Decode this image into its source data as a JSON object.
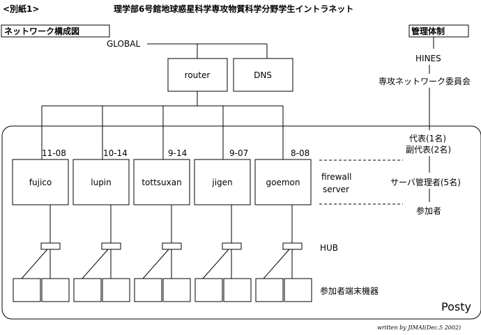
{
  "header": {
    "attachment_label": "<別紙1>",
    "title": "理学部6号館地球惑星科学専攻物質科学分野学生イントラネット"
  },
  "sections": {
    "network_diagram_label": "ネットワーク構成図",
    "management_label": "管理体制"
  },
  "upstream": {
    "global": "GLOBAL",
    "router": "router",
    "dns": "DNS"
  },
  "servers": [
    {
      "name": "fujico",
      "room": "11-08"
    },
    {
      "name": "lupin",
      "room": "10-14"
    },
    {
      "name": "tottsuxan",
      "room": "9-14"
    },
    {
      "name": "jigen",
      "room": "9-07"
    },
    {
      "name": "goemon",
      "room": "8-08"
    }
  ],
  "labels": {
    "firewall": "firewall",
    "server": "server",
    "hub": "HUB",
    "terminals": "参加者端末機器",
    "group": "Posty",
    "credit": "written by JIMAI(Dec.5 2002)"
  },
  "management": {
    "hines": "HINES",
    "committee": "専攻ネットワーク委員会",
    "representative": "代表(1名)",
    "vice_representative": "副代表(2名)",
    "server_admins": "サーバ管理者(5名)",
    "participants": "参加者"
  }
}
